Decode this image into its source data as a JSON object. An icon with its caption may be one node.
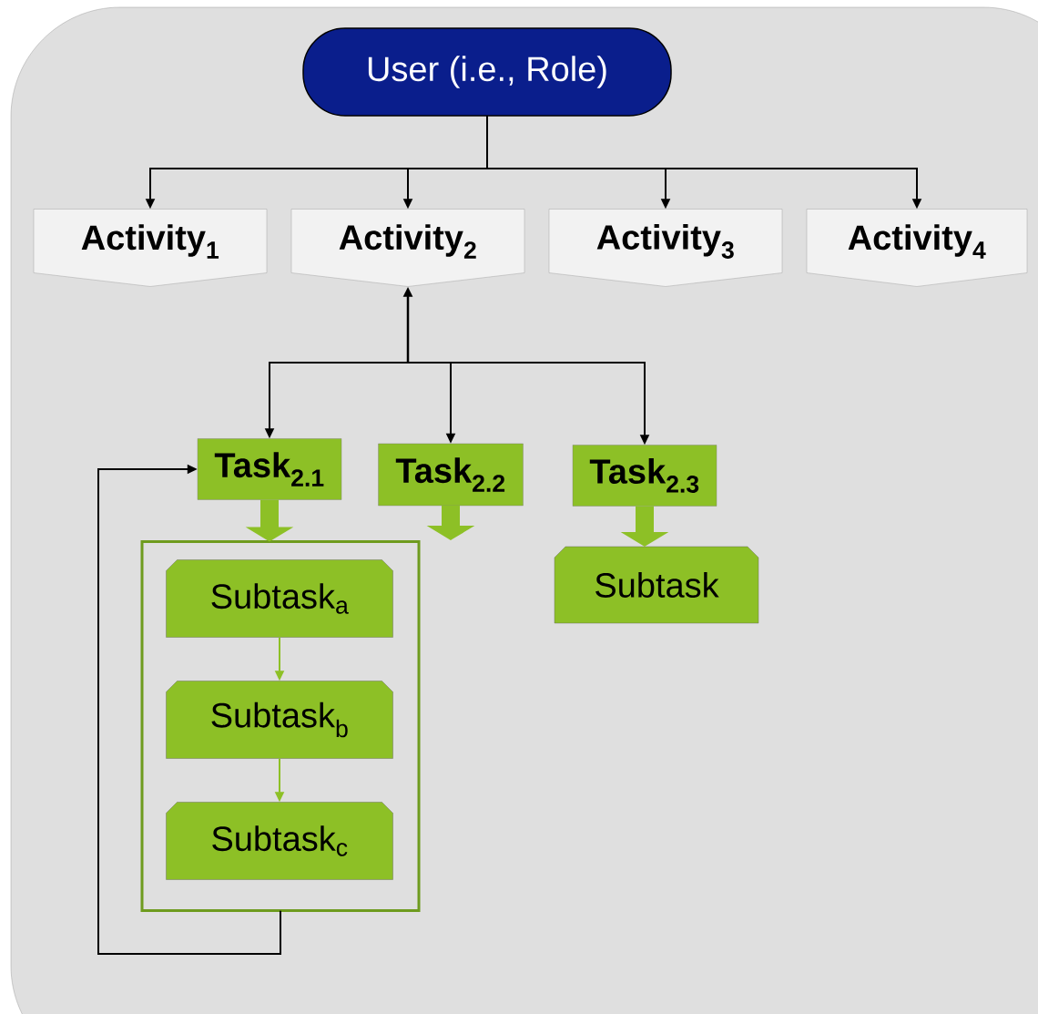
{
  "diagram": {
    "nodes": [
      {
        "text": [
          "User (i.e., Role)"
        ]
      },
      {
        "text": [
          "Activity$_{1}$"
        ]
      },
      {
        "text": [
          "Activity$_{2}$"
        ]
      },
      {
        "text": [
          "Activity$_{3}$"
        ]
      },
      {
        "text": [
          "Activity$_{4}$"
        ]
      },
      {
        "text": [
          "Task$_{2.1}$"
        ]
      },
      {
        "text": [
          "Task$_{2.2}$"
        ]
      },
      {
        "text": [
          "Task$_{2.3}$"
        ]
      },
      {
        "text": [],
        "shape": "box"
      },
      {
        "text": [
          "Subtask$_{a}$"
        ],
        "in": 8
      },
      {
        "text": [
          "Subtask$_{b}$"
        ],
        "in": 8
      },
      {
        "text": [
          "Subtask$_{c}$"
        ],
        "in": 8
      },
      {
        "text": [
          "Subtask"
        ]
      }
    ],
    "edges": [
      {
        "from": 0,
        "to": 1,
        "arrow": "to"
      },
      {
        "from": 0,
        "to": 2,
        "arrow": "to"
      },
      {
        "from": 0,
        "to": 3,
        "arrow": "to"
      },
      {
        "from": 0,
        "to": 4,
        "arrow": "to"
      },
      {
        "from": 2,
        "to": 5,
        "arrow": "both"
      },
      {
        "from": 2,
        "to": 6,
        "arrow": "both"
      },
      {
        "from": 2,
        "to": 7,
        "arrow": "both"
      },
      {
        "from": 5,
        "to": 8,
        "arrow": "to",
        "style": "thick",
        "color": "#8dc026"
      },
      {
        "from": 6,
        "to": null,
        "arrow": "to",
        "style": "thick",
        "color": "#8dc026"
      },
      {
        "from": 7,
        "to": 12,
        "arrow": "to",
        "style": "thick",
        "color": "#8dc026"
      },
      {
        "from": 9,
        "to": 10,
        "arrow": "to",
        "color": "#8dc026"
      },
      {
        "from": 10,
        "to": 11,
        "arrow": "to",
        "color": "#8dc026"
      },
      {
        "from": 8,
        "to": 5,
        "arrow": "to"
      }
    ]
  }
}
